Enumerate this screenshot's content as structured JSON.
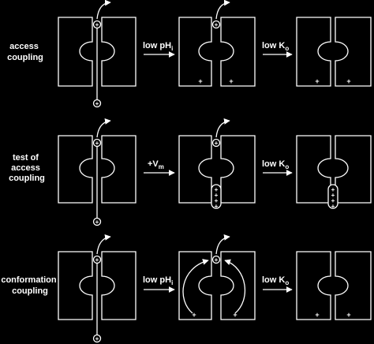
{
  "rows": [
    {
      "label_lines": [
        "access",
        "coupling"
      ],
      "step1": {
        "main": "low pH",
        "sub": "i"
      },
      "step2": {
        "main": "low K",
        "sub": "o"
      }
    },
    {
      "label_lines": [
        "test of",
        "access",
        "coupling"
      ],
      "step1": {
        "main": "+V",
        "sub": "m"
      },
      "step2": {
        "main": "low K",
        "sub": "o"
      }
    },
    {
      "label_lines": [
        "conformation",
        "coupling"
      ],
      "step1": {
        "main": "low pH",
        "sub": "i"
      },
      "step2": {
        "main": "low K",
        "sub": "o"
      }
    }
  ],
  "symbols": {
    "plus": "+"
  },
  "colors": {
    "background": "#000000",
    "foreground": "#ffffff"
  }
}
